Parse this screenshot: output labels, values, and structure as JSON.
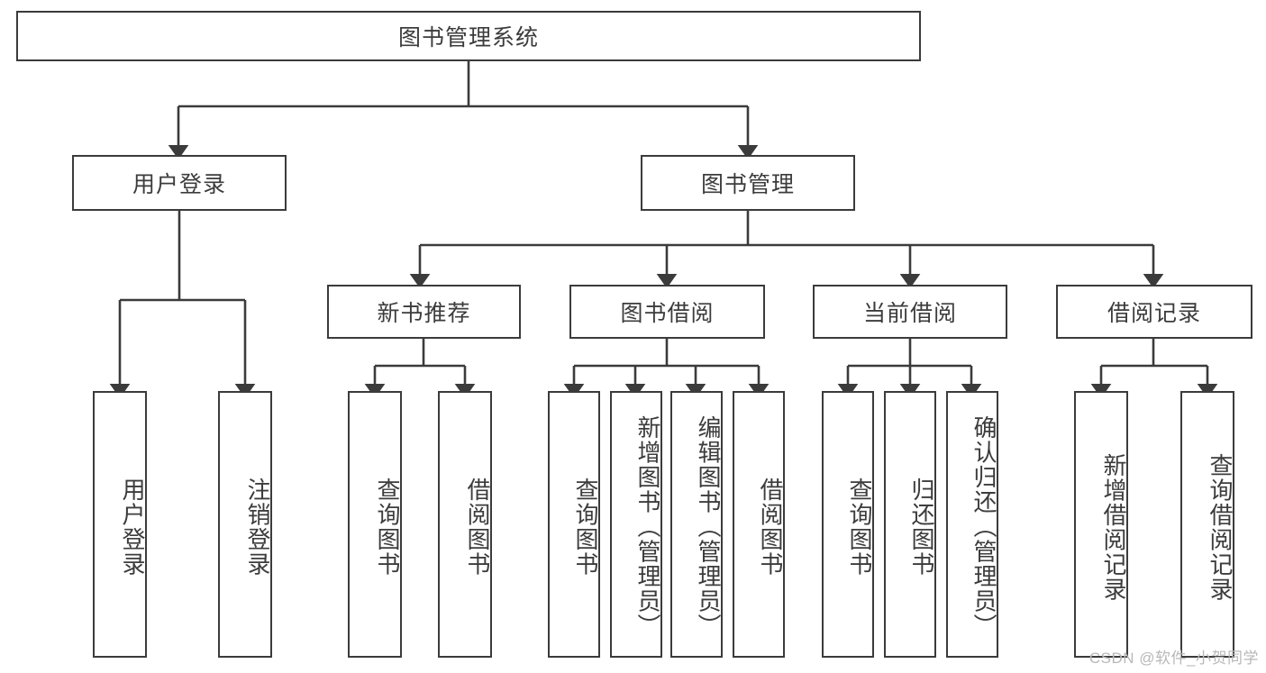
{
  "diagram": {
    "title": "图书管理系统",
    "type": "hierarchy-tree",
    "colors": {
      "stroke": "#3b3b3b",
      "text": "#3c3c3c",
      "background": "#ffffff",
      "watermark": "#b8b8b8"
    },
    "levels": {
      "root": {
        "label": "图书管理系统"
      },
      "level2": [
        {
          "label": "用户登录"
        },
        {
          "label": "图书管理"
        }
      ],
      "level3": [
        {
          "label": "新书推荐"
        },
        {
          "label": "图书借阅"
        },
        {
          "label": "当前借阅"
        },
        {
          "label": "借阅记录"
        }
      ],
      "leaves": [
        {
          "label": "用户登录",
          "parent": "用户登录"
        },
        {
          "label": "注销登录",
          "parent": "用户登录"
        },
        {
          "label": "查询图书",
          "parent": "新书推荐"
        },
        {
          "label": "借阅图书",
          "parent": "新书推荐"
        },
        {
          "label": "查询图书",
          "parent": "图书借阅"
        },
        {
          "label": "新增图书（管理员）",
          "parent": "图书借阅"
        },
        {
          "label": "编辑图书（管理员）",
          "parent": "图书借阅"
        },
        {
          "label": "借阅图书",
          "parent": "图书借阅"
        },
        {
          "label": "查询图书",
          "parent": "当前借阅"
        },
        {
          "label": "归还图书",
          "parent": "当前借阅"
        },
        {
          "label": "确认归还（管理员）",
          "parent": "当前借阅"
        },
        {
          "label": "新增借阅记录",
          "parent": "借阅记录"
        },
        {
          "label": "查询借阅记录",
          "parent": "借阅记录"
        }
      ]
    }
  },
  "watermark": {
    "text": "CSDN @软件_小贺同学"
  }
}
